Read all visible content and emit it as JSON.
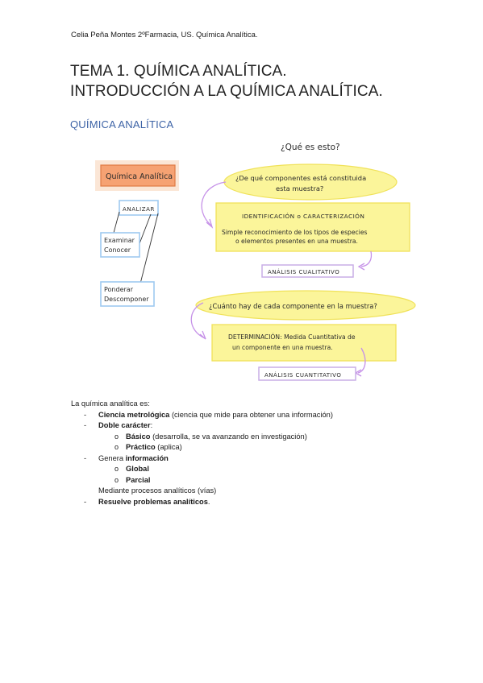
{
  "header": {
    "text": "Celia Peña Montes 2ºFarmacia, US. Química Analítica."
  },
  "title": {
    "line1": "TEMA 1. QUÍMICA ANALÍTICA.",
    "line2": "INTRODUCCIÓN A LA QUÍMICA ANALÍTICA."
  },
  "section": {
    "heading": "QUÍMICA ANALÍTICA"
  },
  "diagram": {
    "question_top": "¿Qué es esto?",
    "main_box": "Química Analítica",
    "analizar": "ANALIZAR",
    "box_examinar_1": "Examinar",
    "box_examinar_2": "Conocer",
    "box_ponderar_1": "Ponderar",
    "box_ponderar_2": "Descomponer",
    "q1_line1": "¿De qué componentes está constituida",
    "q1_line2": "esta muestra?",
    "ident_title": "IDENTIFICACIÓN o CARACTERIZACIÓN",
    "ident_line1": "Simple reconocimiento de los tipos de especies",
    "ident_line2": "o elementos presentes en una muestra.",
    "analisis_cual": "ANÁLISIS CUALITATIVO",
    "q2": "¿Cuánto hay de cada componente en la muestra?",
    "det_line1": "DETERMINACIÓN: Medida Cuantitativa de",
    "det_line2": "un componente en una muestra.",
    "analisis_cuant": "ANÁLISIS CUANTITATIVO"
  },
  "body": {
    "intro": "La química analítica es:",
    "item1_bold": "Ciencia metrológica",
    "item1_rest": " (ciencia que mide para obtener una información)",
    "item2_bold": "Doble carácter",
    "item2_rest": ":",
    "item2_sub1_bold": "Básico",
    "item2_sub1_rest": " (desarrolla, se va avanzando en investigación)",
    "item2_sub2_bold": "Práctico",
    "item2_sub2_rest": " (aplica)",
    "item3_pre": "Genera ",
    "item3_bold": "información",
    "item3_sub1": "Global",
    "item3_sub2": "Parcial",
    "item3_after": "Mediante procesos analíticos (vías)",
    "item4_bold": "Resuelve problemas analíticos",
    "item4_rest": "."
  },
  "colors": {
    "heading_blue": "#3d63a6",
    "highlight_yellow": "#fbf59a",
    "highlight_orange": "#f6a273",
    "box_blue": "#9ec9f0",
    "box_violet": "#c9aee6",
    "arrow_violet": "#c692e8"
  }
}
